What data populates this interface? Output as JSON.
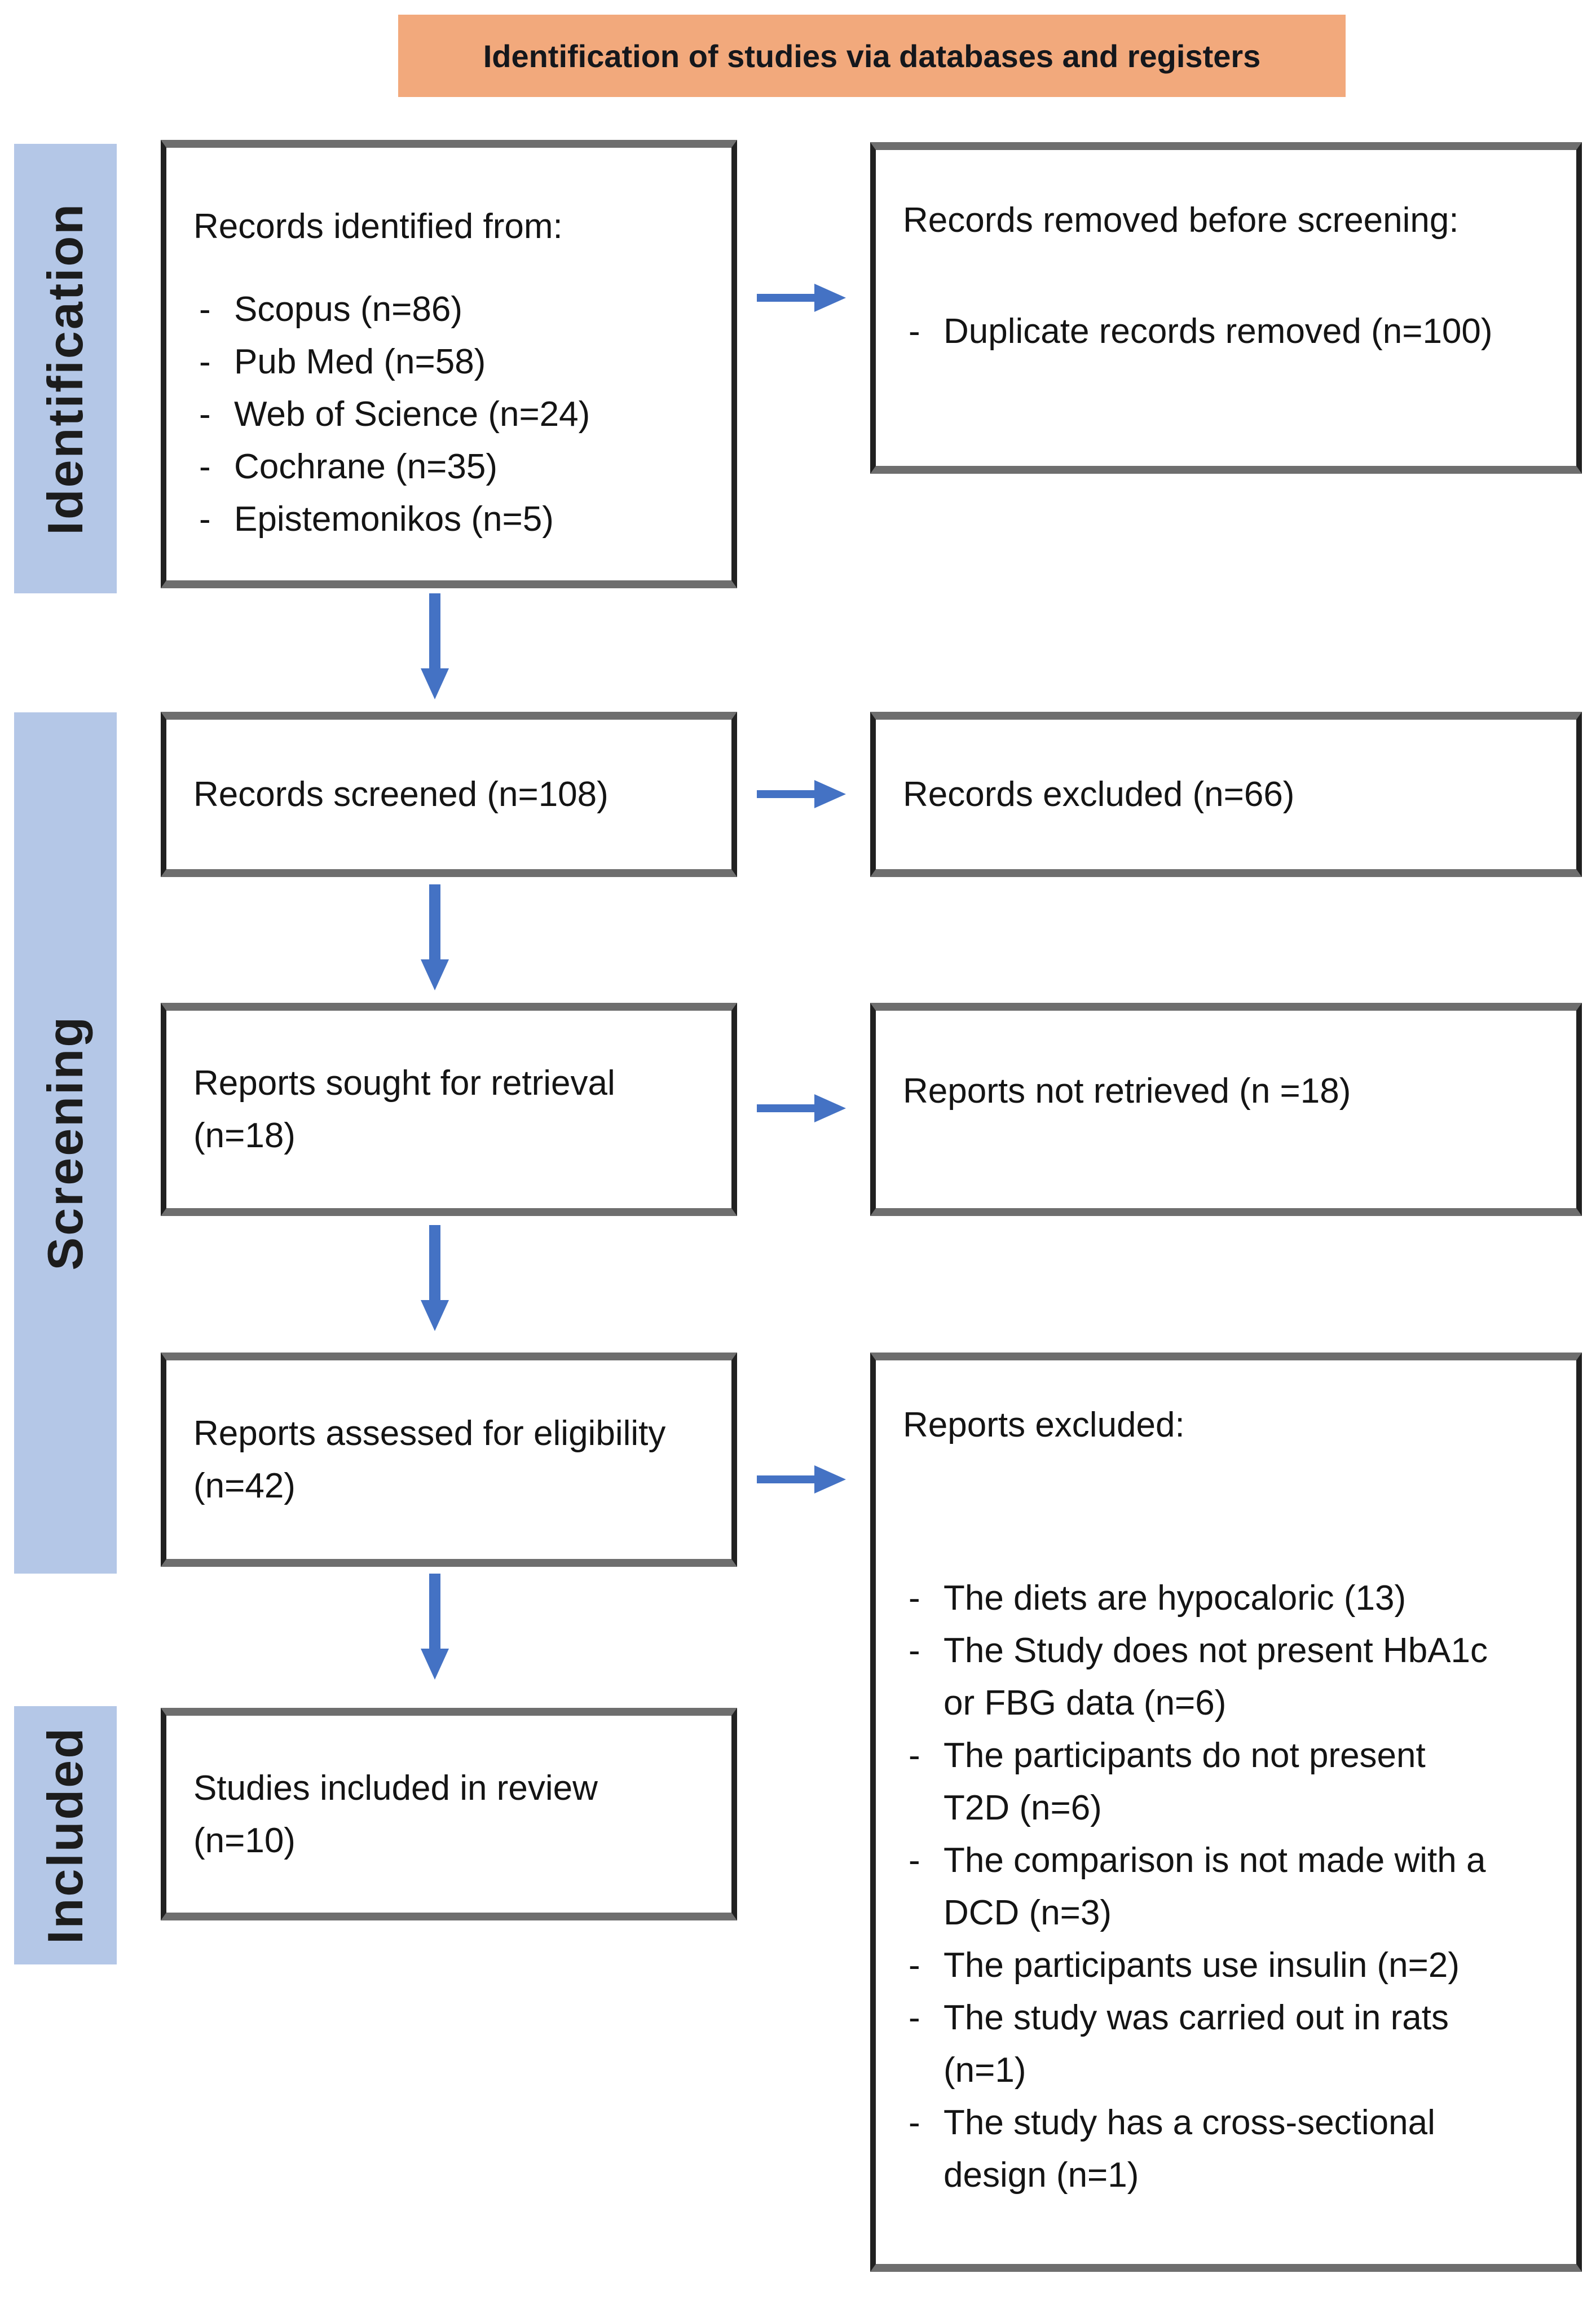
{
  "title": "Identification of studies via databases and registers",
  "sidebars": {
    "identification": "Identification",
    "screening": "Screening",
    "included": "Included"
  },
  "boxes": {
    "records_identified": {
      "heading": "Records identified from:",
      "items": [
        "Scopus (n=86)",
        "Pub Med (n=58)",
        "Web of Science (n=24)",
        "Cochrane (n=35)",
        "Epistemonikos (n=5)"
      ]
    },
    "records_removed": {
      "heading": "Records removed before screening:",
      "items": [
        "Duplicate records removed (n=100)"
      ]
    },
    "records_screened": {
      "text": "Records screened (n=108)"
    },
    "records_excluded": {
      "text": "Records excluded (n=66)"
    },
    "reports_sought": {
      "text": "Reports sought for retrieval\n(n=18)"
    },
    "reports_not_retrieved": {
      "text": "Reports not retrieved (n =18)"
    },
    "reports_assessed": {
      "text": "Reports assessed for eligibility\n(n=42)"
    },
    "reports_excluded": {
      "heading": "Reports excluded:",
      "items": [
        "The diets are hypocaloric (13)",
        "The Study does not present HbA1c\nor FBG data (n=6)",
        "The participants do not present\nT2D (n=6)",
        "The comparison is not made with a\nDCD (n=3)",
        "The participants use insulin (n=2)",
        "The study was carried out in rats\n(n=1)",
        "The study has a cross-sectional\ndesign (n=1)"
      ]
    },
    "studies_included": {
      "text": "Studies included in review\n(n=10)"
    }
  },
  "colors": {
    "banner_bg": "#f2a97c",
    "sidebar_bg": "#b4c7e7",
    "arrow": "#4472c4",
    "text": "#141414",
    "border_side": "#212121",
    "border_ends": "#6e6e6e"
  }
}
